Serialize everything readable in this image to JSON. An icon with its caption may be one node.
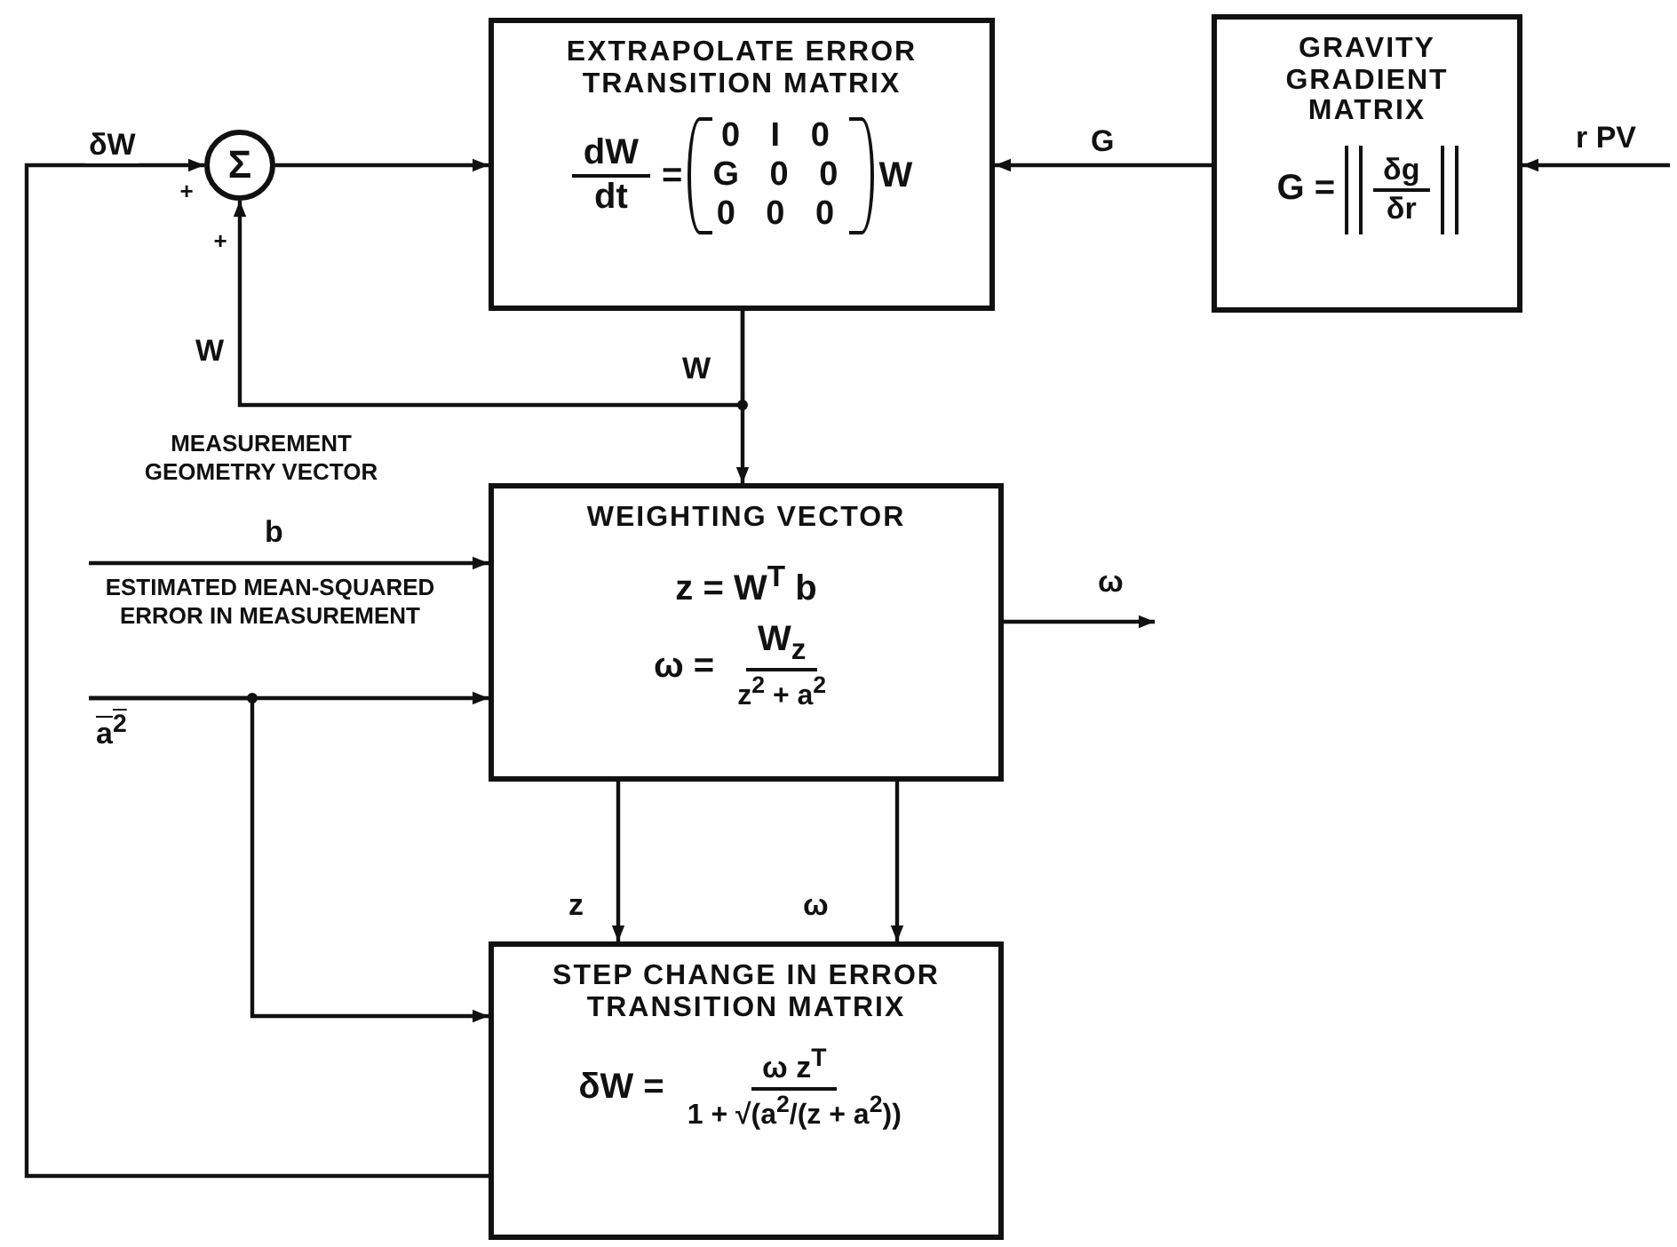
{
  "diagram": {
    "nodes": [
      {
        "text": [
          "Σ"
        ]
      },
      {
        "text": [
          "EXTRAPOLATE ERROR TRANSITION MATRIX",
          "dW",
          "dt",
          "=",
          "0 I 0",
          "G 0 0",
          "0 0 0",
          "W"
        ]
      },
      {
        "text": [
          "GRAVITY GRADIENT MATRIX",
          "G =",
          "δg",
          "δr"
        ]
      },
      {
        "text": [
          "WEIGHTING VECTOR",
          "z = W$^{T}$ b",
          "ω =",
          "W$_{z}$",
          "z$^{2}$ + a$^{2}$"
        ]
      },
      {
        "text": [
          "STEP CHANGE IN ERROR TRANSITION MATRIX",
          "δW =",
          "ω z$^{T}$",
          "1 + √(a$^{2}$/(z + a$^{2}$))"
        ]
      }
    ],
    "edges": [
      {
        "from": 4,
        "to": 0,
        "arrow": "to",
        "label": "δW"
      },
      {
        "from": 0,
        "to": 1,
        "arrow": "to"
      },
      {
        "from": 2,
        "to": 1,
        "arrow": "to",
        "label": "G"
      },
      {
        "from": null,
        "to": 2,
        "arrow": "to",
        "label": "r PV"
      },
      {
        "from": 1,
        "to": 0,
        "arrow": "to",
        "label": "W"
      },
      {
        "from": 1,
        "to": 3,
        "arrow": "to",
        "label": "W"
      },
      {
        "from": null,
        "to": 3,
        "arrow": "to",
        "label": "b"
      },
      {
        "from": null,
        "to": 3,
        "arrow": "to",
        "label": "a$^{2}$"
      },
      {
        "from": null,
        "to": 4,
        "arrow": "to"
      },
      {
        "from": 3,
        "to": 4,
        "arrow": "to",
        "label": "z"
      },
      {
        "from": 3,
        "to": 4,
        "arrow": "to",
        "label": "ω"
      },
      {
        "from": 3,
        "to": null,
        "arrow": "to",
        "label": "ω"
      }
    ],
    "labels": [
      "+",
      "+",
      "MEASUREMENT GEOMETRY VECTOR",
      "ESTIMATED MEAN-SQUARED ERROR IN MEASUREMENT"
    ]
  }
}
